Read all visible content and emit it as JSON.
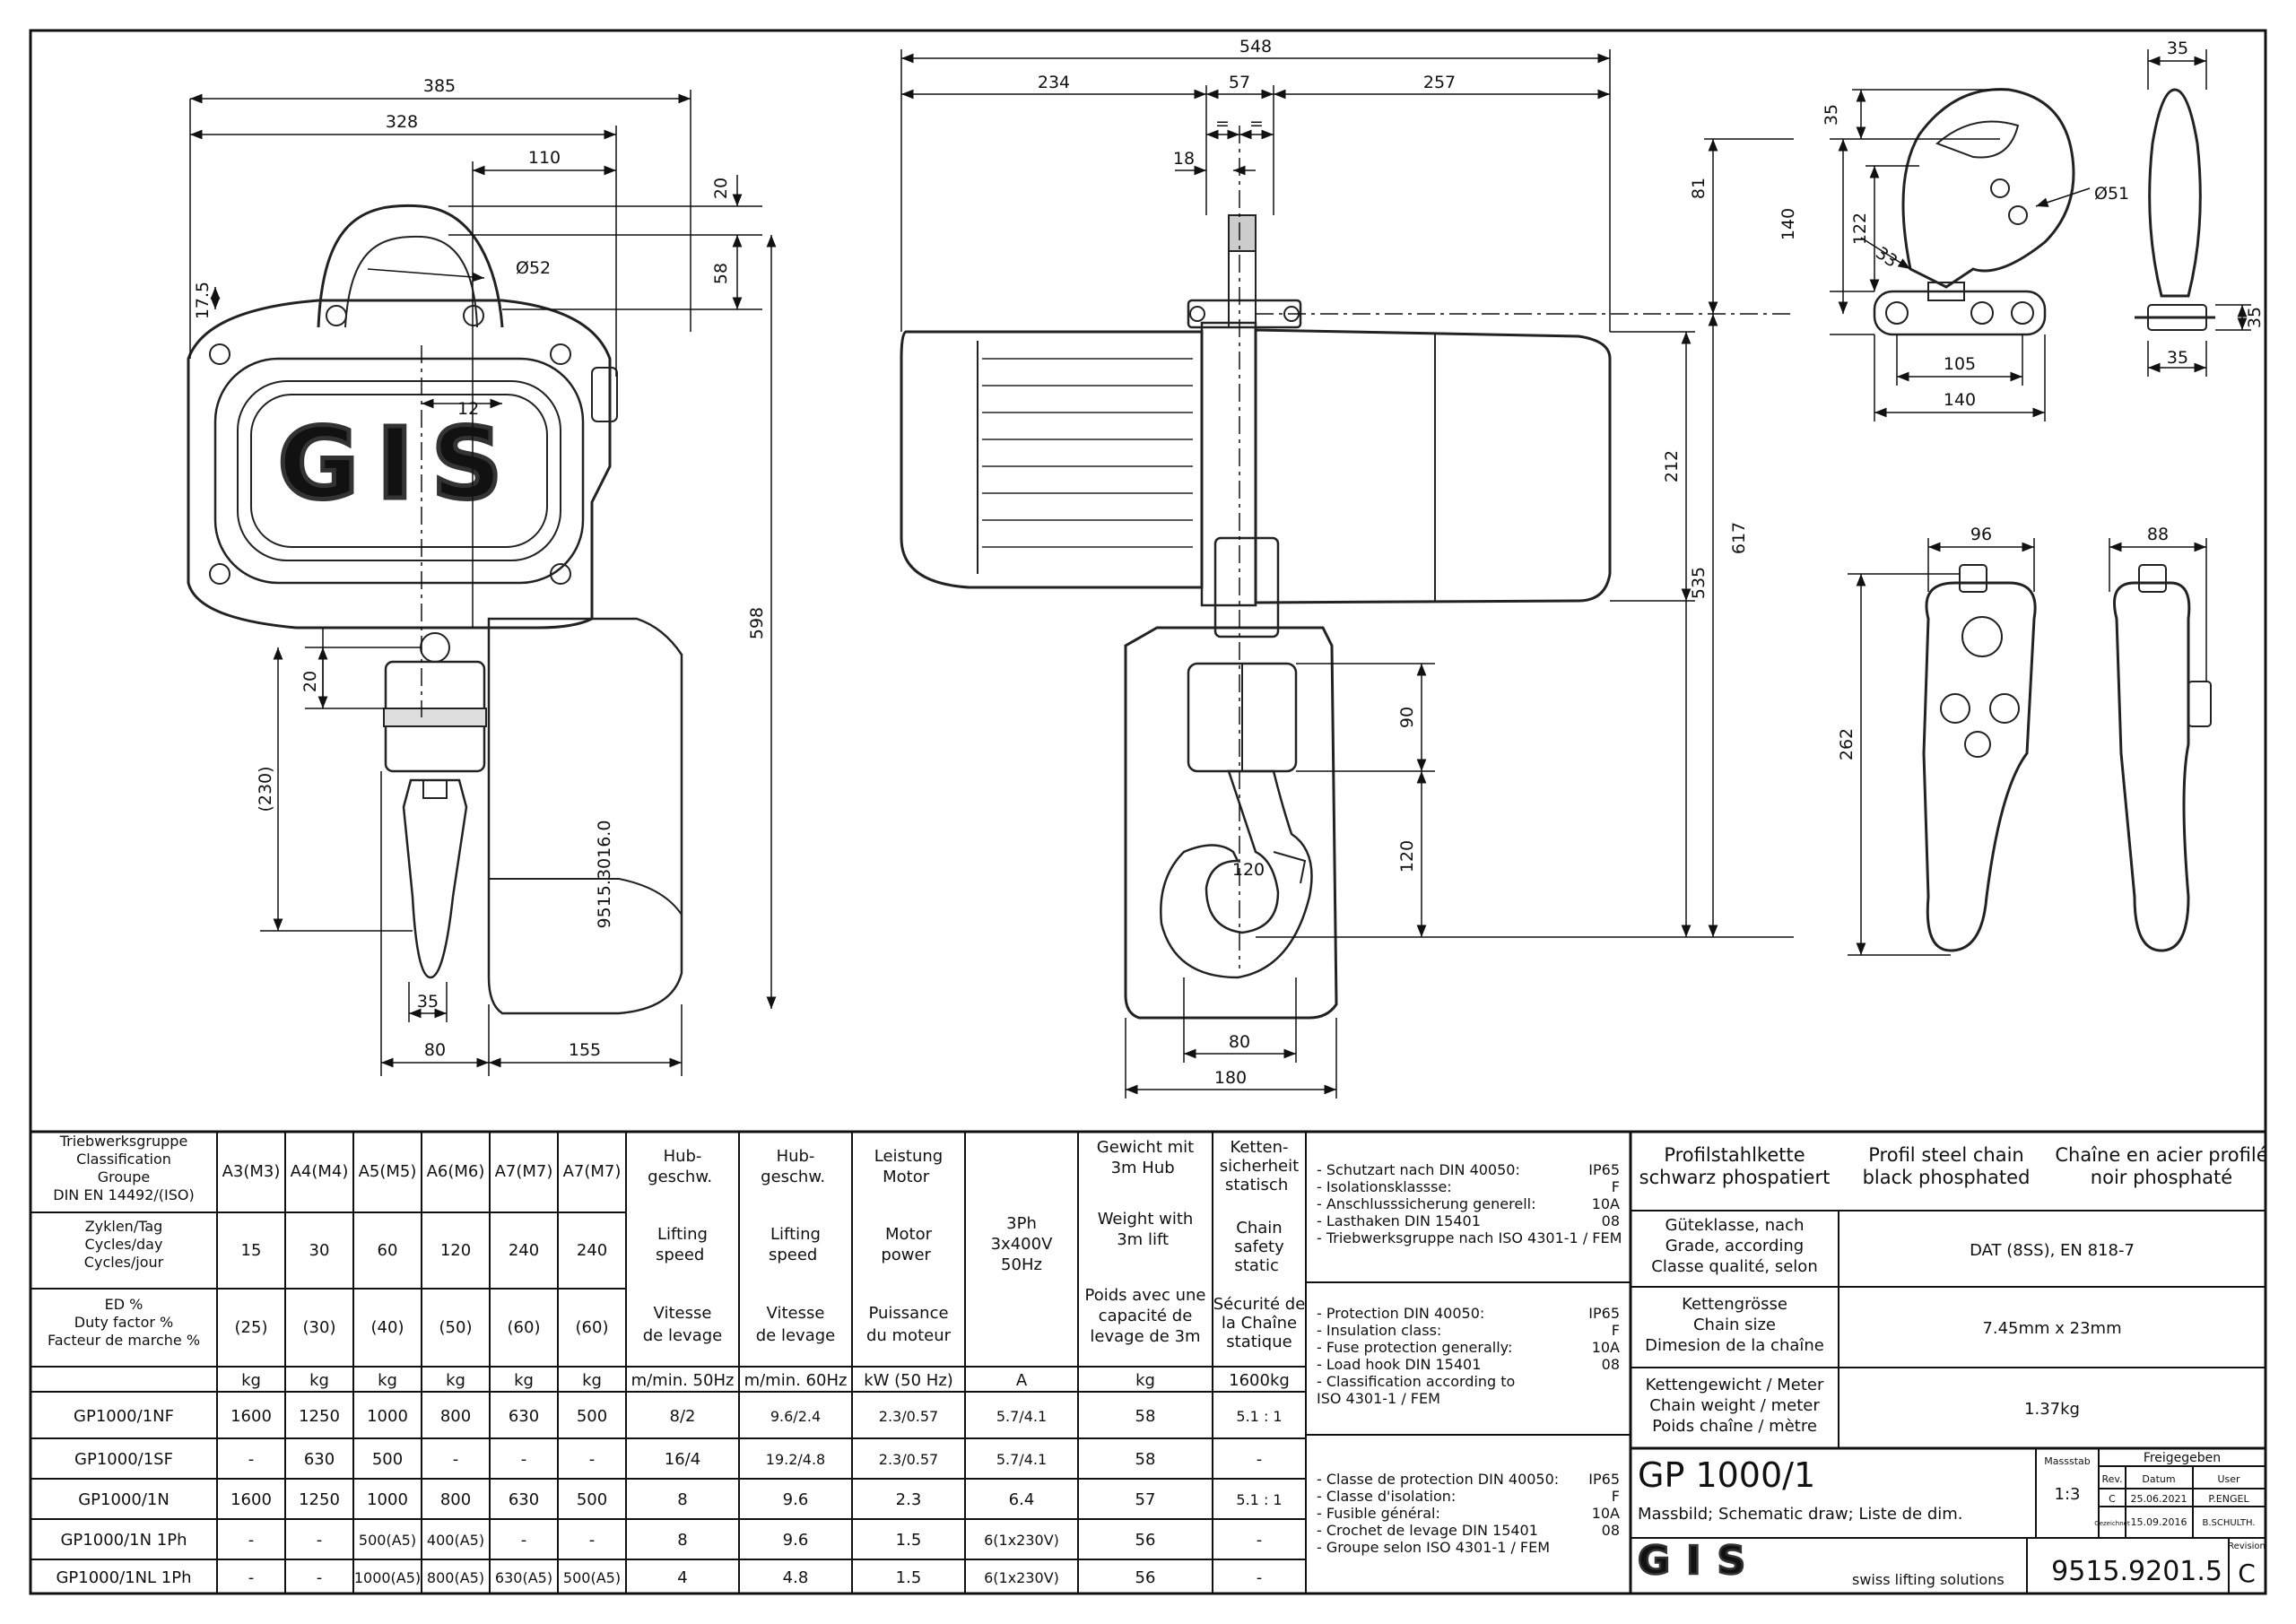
{
  "drawing": {
    "dims": {
      "d385": "385",
      "d328": "328",
      "d110": "110",
      "d20a": "20",
      "d58": "58",
      "d175": "17.5",
      "d52": "Ø52",
      "d12": "12",
      "d598": "598",
      "d20b": "20",
      "d230": "(230)",
      "d35a": "35",
      "d80a": "80",
      "d155": "155",
      "serial": "9515.3016.0",
      "d548": "548",
      "d234": "234",
      "d57": "57",
      "d257": "257",
      "d18": "18",
      "eq1": "=",
      "eq2": "=",
      "d81": "81",
      "d212": "212",
      "d535": "535",
      "d617": "617",
      "d90": "90",
      "d120a": "120",
      "d120b": "120",
      "d80b": "80",
      "d180": "180",
      "d35b": "35",
      "d140a": "140",
      "d122": "122",
      "d51": "Ø51",
      "d33": "33",
      "d105": "105",
      "d140b": "140",
      "d35c": "35",
      "d35d": "35",
      "d35e": "35",
      "d96": "96",
      "d88": "88",
      "d262": "262"
    },
    "brand": "GIS"
  },
  "table": {
    "header_groups": {
      "group_label": "Triebwerksgruppe\nClassification\nGroupe\nDIN EN 14492/(ISO)",
      "classes": [
        "A3(M3)",
        "A4(M4)",
        "A5(M5)",
        "A6(M6)",
        "A7(M7)",
        "A7(M7)"
      ],
      "cycles_label": "Zyklen/Tag\nCycles/day\nCycles/jour",
      "cycles": [
        "15",
        "30",
        "60",
        "120",
        "240",
        "240"
      ],
      "ed_label": "ED %\nDuty factor %\nFacteur de marche %",
      "ed": [
        "(25)",
        "(30)",
        "(40)",
        "(50)",
        "(60)",
        "(60)"
      ],
      "hub1_de": "Hub-\ngeschw.",
      "hub1_en": "Lifting\nspeed",
      "hub1_fr": "Vitesse\nde levage",
      "hub2_de": "Hub-\ngeschw.",
      "hub2_en": "Lifting\nspeed",
      "hub2_fr": "Vitesse\nde levage",
      "mot_de": "Leistung\nMotor",
      "mot_en": "Motor\npower",
      "mot_fr": "Puissance\ndu moteur",
      "volt": "3Ph\n3x400V\n50Hz",
      "weight_de": "Gewicht mit\n3m Hub",
      "weight_en": "Weight with\n3m lift",
      "weight_fr": "Poids avec une\ncapacité de\nlevage de 3m",
      "safety_de": "Ketten-\nsicherheit\nstatisch",
      "safety_en": "Chain\nsafety\nstatic",
      "safety_fr": "Sécurité de\nla Chaîne\nstatique"
    },
    "units": [
      "kg",
      "kg",
      "kg",
      "kg",
      "kg",
      "kg",
      "m/min. 50Hz",
      "m/min. 60Hz",
      "kW (50 Hz)",
      "A",
      "kg",
      "1600kg"
    ],
    "rows": [
      {
        "model": "GP1000/1NF",
        "c": [
          "1600",
          "1250",
          "1000",
          "800",
          "630",
          "500",
          "8/2",
          "9.6/2.4",
          "2.3/0.57",
          "5.7/4.1",
          "58",
          "5.1 : 1"
        ]
      },
      {
        "model": "GP1000/1SF",
        "c": [
          "-",
          "630",
          "500",
          "-",
          "-",
          "-",
          "16/4",
          "19.2/4.8",
          "2.3/0.57",
          "5.7/4.1",
          "58",
          "-"
        ]
      },
      {
        "model": "GP1000/1N",
        "c": [
          "1600",
          "1250",
          "1000",
          "800",
          "630",
          "500",
          "8",
          "9.6",
          "2.3",
          "6.4",
          "57",
          "5.1 : 1"
        ]
      },
      {
        "model": "GP1000/1N 1Ph",
        "c": [
          "-",
          "-",
          "500(A5)",
          "400(A5)",
          "-",
          "-",
          "8",
          "9.6",
          "1.5",
          "6(1x230V)",
          "56",
          "-"
        ]
      },
      {
        "model": "GP1000/1NL 1Ph",
        "c": [
          "-",
          "-",
          "1000(A5)",
          "800(A5)",
          "630(A5)",
          "500(A5)",
          "4",
          "4.8",
          "1.5",
          "6(1x230V)",
          "56",
          "-"
        ]
      }
    ]
  },
  "specs": {
    "de": [
      [
        "- Schutzart nach DIN 40050:",
        "IP65"
      ],
      [
        "- Isolationsklassse:",
        "F"
      ],
      [
        "- Anschlusssicherung generell:",
        "10A"
      ],
      [
        "- Lasthaken DIN 15401",
        "08"
      ],
      [
        "- Triebwerksgruppe nach ISO 4301-1 / FEM",
        ""
      ]
    ],
    "en": [
      [
        "- Protection DIN 40050:",
        "IP65"
      ],
      [
        "- Insulation class:",
        "F"
      ],
      [
        "- Fuse protection generally:",
        "10A"
      ],
      [
        "- Load hook DIN 15401",
        "08"
      ],
      [
        "- Classification according to",
        ""
      ],
      [
        "  ISO 4301-1 / FEM",
        ""
      ]
    ],
    "fr": [
      [
        "- Classe de protection DIN 40050:",
        "IP65"
      ],
      [
        "- Classe d'isolation:",
        "F"
      ],
      [
        "- Fusible général:",
        "10A"
      ],
      [
        "- Crochet de levage DIN 15401",
        "08"
      ],
      [
        "- Groupe selon ISO 4301-1 / FEM",
        ""
      ]
    ]
  },
  "chain": {
    "de": "Profilstahlkette\nschwarz phospatiert",
    "en": "Profil steel chain\nblack phosphated",
    "fr": "Chaîne en acier profilé\nnoir phosphaté",
    "grade_label": "Güteklasse, nach\nGrade, according\nClasse qualité, selon",
    "grade": "DAT (8SS), EN 818-7",
    "size_label": "Kettengrösse\nChain size\nDimesion de la chaîne",
    "size": "7.45mm x 23mm",
    "weight_label": "Kettengewicht / Meter\nChain weight / meter\nPoids chaîne / mètre",
    "weight": "1.37kg"
  },
  "titleblock": {
    "title": "GP 1000/1",
    "subtitle": "Massbild; Schematic draw; Liste de dim.",
    "massstab_label": "Massstab",
    "scale": "1:3",
    "freigegeben": "Freigegeben",
    "rev_h": "Rev.",
    "datum_h": "Datum",
    "user_h": "User",
    "rev": "C",
    "datum": "25.06.2021",
    "user": "P.ENGEL",
    "gez": "Gezeichnet",
    "gez_datum": "15.09.2016",
    "gez_user": "B.SCHULTH.",
    "tagline": "swiss lifting solutions",
    "number": "9515.9201.5",
    "revision_label": "Revision",
    "revision": "C"
  }
}
